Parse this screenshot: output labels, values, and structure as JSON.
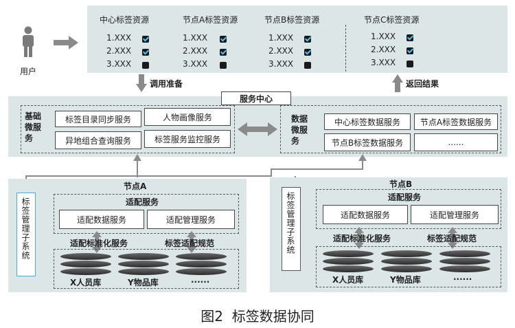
{
  "user": {
    "label": "用户",
    "icon": "person-icon"
  },
  "resources": [
    {
      "title": "中心标签资源",
      "items": [
        {
          "label": "1.XXX",
          "checked": true
        },
        {
          "label": "2.XXX",
          "checked": true
        },
        {
          "label": "3.XXX",
          "checked": false
        }
      ]
    },
    {
      "title": "节点A标签资源",
      "items": [
        {
          "label": "1.XXX",
          "checked": true
        },
        {
          "label": "2.XXX",
          "checked": true
        },
        {
          "label": "3.XXX",
          "checked": false
        }
      ]
    },
    {
      "title": "节点B标签资源",
      "items": [
        {
          "label": "1.XXX",
          "checked": true
        },
        {
          "label": "2.XXX",
          "checked": true
        },
        {
          "label": "3.XXX",
          "checked": false
        }
      ]
    },
    {
      "title": "节点C标签资源",
      "items": [
        {
          "label": "1.XXX",
          "checked": true
        },
        {
          "label": "2.XXX",
          "checked": true
        },
        {
          "label": "3.XXX",
          "checked": false
        }
      ]
    }
  ],
  "arrows": {
    "call_prepare": "调用准备",
    "return_result": "返回结果"
  },
  "service_center": {
    "title": "服务中心",
    "basic": {
      "label": "基础微服务",
      "services": [
        "标签目录同步服务",
        "人物画像服务",
        "异地组合查询服务",
        "标签服务监控服务"
      ]
    },
    "data": {
      "label": "数据微服务",
      "services": [
        "中心标签数据服务",
        "节点A标签数据服务",
        "节点B标签数据服务",
        "......"
      ]
    }
  },
  "node_a": {
    "title": "节点A",
    "mgmt": "标签管理子系统",
    "adapt_title": "适配服务",
    "adapt_services": [
      "适配数据服务",
      "适配管理服务"
    ],
    "std_label": "适配标准化服务",
    "spec_label": "标签适配规范",
    "dbs": [
      "X人员库",
      "Y物品库",
      "......"
    ]
  },
  "node_b": {
    "title": "节点B",
    "mgmt": "标签管理子系统",
    "adapt_title": "适配服务",
    "adapt_services": [
      "适配数据服务",
      "适配管理服务"
    ],
    "std_label": "适配标准化服务",
    "spec_label": "标签适配规范",
    "dbs": [
      "X人员库",
      "Y物品库",
      "......"
    ]
  },
  "caption": "图2  标签数据协同",
  "colors": {
    "panel": "#dde6e6",
    "check": "#4fc3f7",
    "arrow": "#8a8a8a"
  }
}
